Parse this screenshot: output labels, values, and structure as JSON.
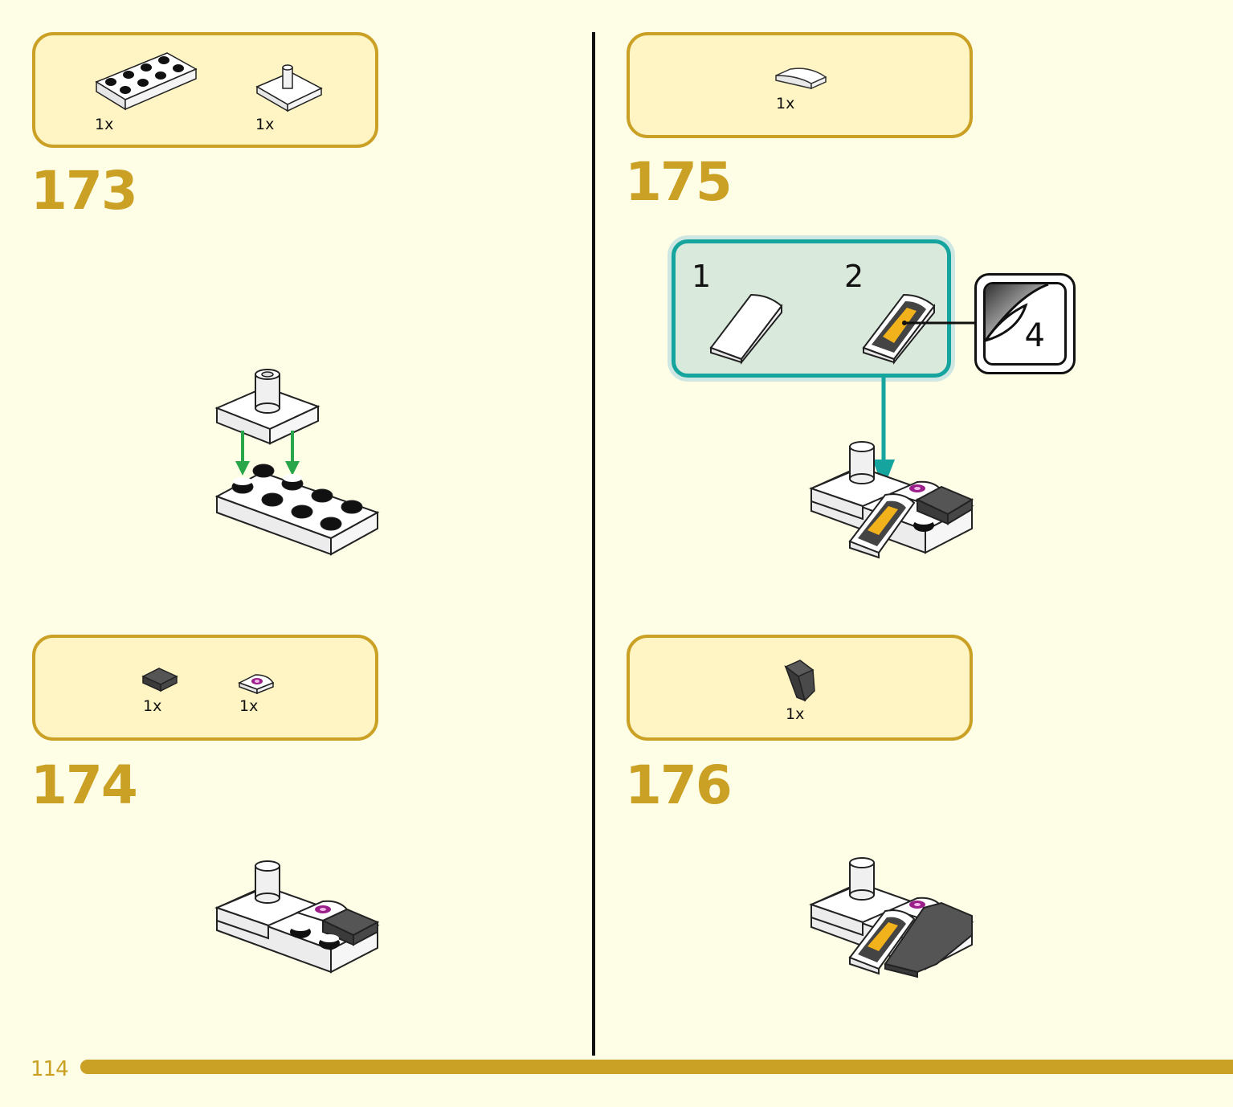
{
  "page_number": "114",
  "colors": {
    "background": "#fefde6",
    "accent_gold": "#caa125",
    "parts_box_fill": "#fef4c4",
    "callout_teal": "#16a59e",
    "callout_fill": "#d9e9dc",
    "arrow_green": "#2aa64a",
    "divider": "#111111"
  },
  "steps": [
    {
      "number": "173",
      "parts": [
        {
          "icon": "white-plate-2x4-icon",
          "qty": "1x"
        },
        {
          "icon": "white-plate-with-pin-icon",
          "qty": "1x"
        }
      ]
    },
    {
      "number": "174",
      "parts": [
        {
          "icon": "dark-gray-tile-1x1-icon",
          "qty": "1x"
        },
        {
          "icon": "quarter-round-tile-magenta-icon",
          "qty": "1x"
        }
      ]
    },
    {
      "number": "175",
      "parts": [
        {
          "icon": "white-curved-slope-icon",
          "qty": "1x"
        }
      ],
      "callout": {
        "steps": [
          "1",
          "2"
        ],
        "sticker_number": "4"
      }
    },
    {
      "number": "176",
      "parts": [
        {
          "icon": "dark-gray-wedge-icon",
          "qty": "1x"
        }
      ]
    }
  ]
}
